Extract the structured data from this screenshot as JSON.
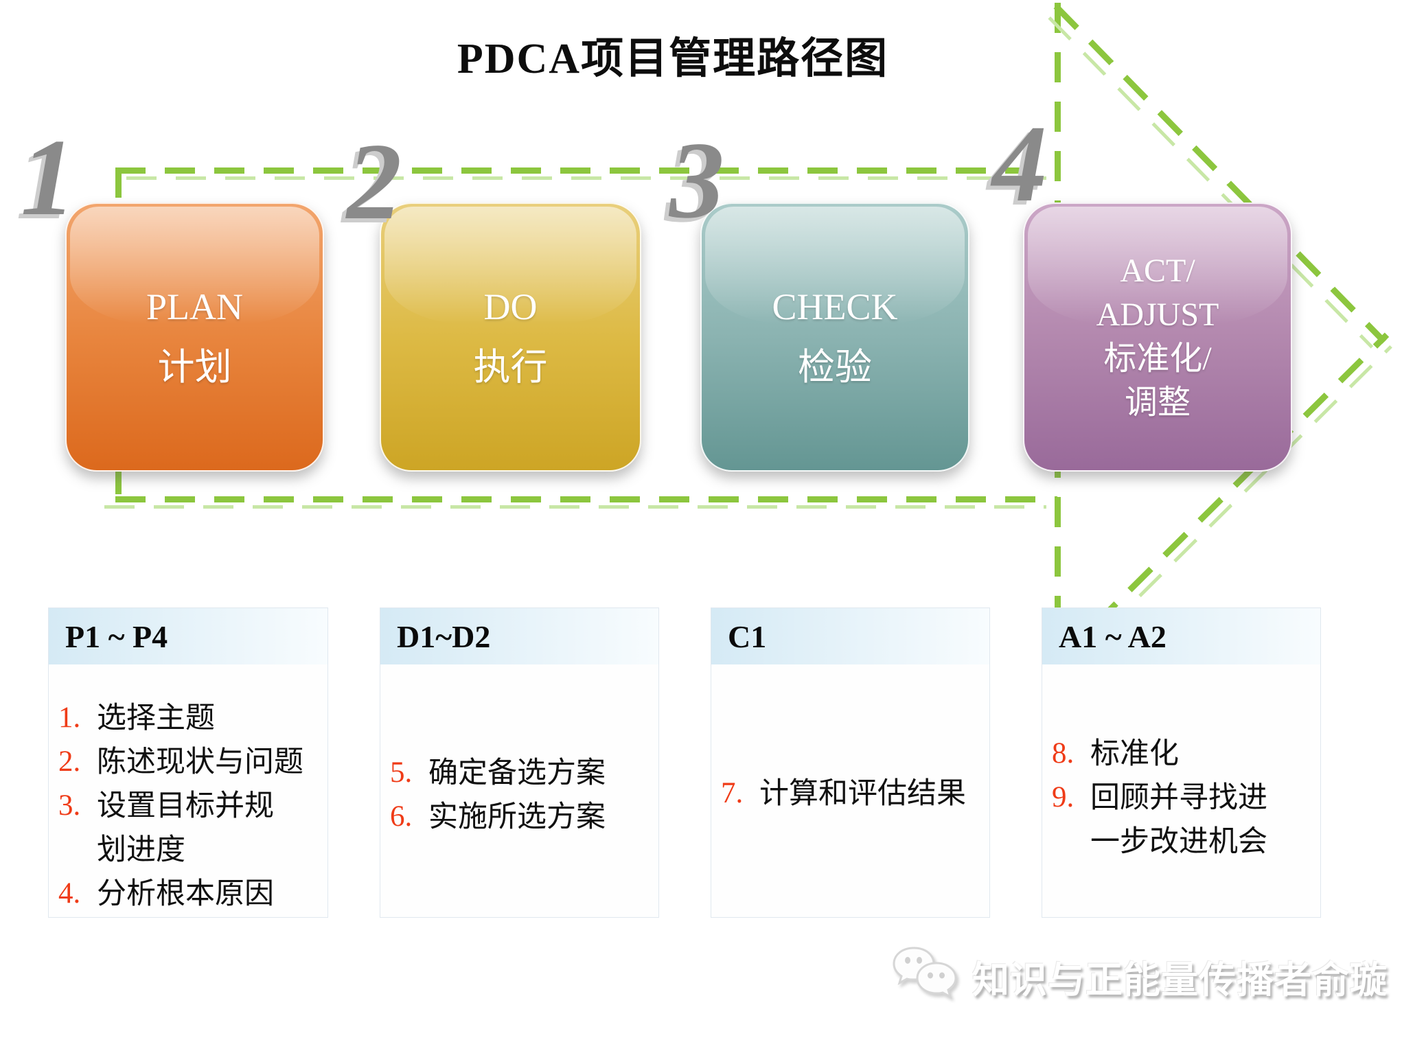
{
  "title": "PDCA项目管理路径图",
  "steps": [
    {
      "number": "1",
      "lines": [
        "PLAN",
        "计划"
      ]
    },
    {
      "number": "2",
      "lines": [
        "DO",
        "执行"
      ]
    },
    {
      "number": "3",
      "lines": [
        "CHECK",
        "检验"
      ]
    },
    {
      "number": "4",
      "lines": [
        "ACT/",
        "ADJUST",
        "标准化/",
        "调整"
      ]
    }
  ],
  "cards": [
    {
      "header": "P1 ~ P4",
      "items": [
        {
          "num": "1.",
          "lines": [
            "选择主题"
          ]
        },
        {
          "num": "2.",
          "lines": [
            "陈述现状与问题"
          ]
        },
        {
          "num": "3.",
          "lines": [
            "设置目标并规",
            "划进度"
          ]
        },
        {
          "num": "4.",
          "lines": [
            "分析根本原因"
          ]
        }
      ]
    },
    {
      "header": "D1~D2",
      "items": [
        {
          "num": "5.",
          "lines": [
            "确定备选方案"
          ]
        },
        {
          "num": "6.",
          "lines": [
            "实施所选方案"
          ]
        }
      ]
    },
    {
      "header": "C1",
      "items": [
        {
          "num": "7.",
          "lines": [
            "计算和评估结果"
          ]
        }
      ]
    },
    {
      "header": "A1 ~ A2",
      "items": [
        {
          "num": "8.",
          "lines": [
            "标准化"
          ]
        },
        {
          "num": "9.",
          "lines": [
            "回顾并寻找进",
            "一步改进机会"
          ]
        }
      ]
    }
  ],
  "watermark": {
    "text": "知识与正能量传播者俞璇",
    "icon": "wechat-icon"
  },
  "colors": {
    "dash_green": "#8CC63E",
    "dash_green_light": "#C8E7A6",
    "digit_gray": "#8a8a8a",
    "list_number_red": "#EF3B17",
    "card_header_blue": "#D5EAF5",
    "box_plan": "#E8853E",
    "box_do": "#DDBA45",
    "box_check": "#8BB3B1",
    "box_act": "#B388AE"
  }
}
